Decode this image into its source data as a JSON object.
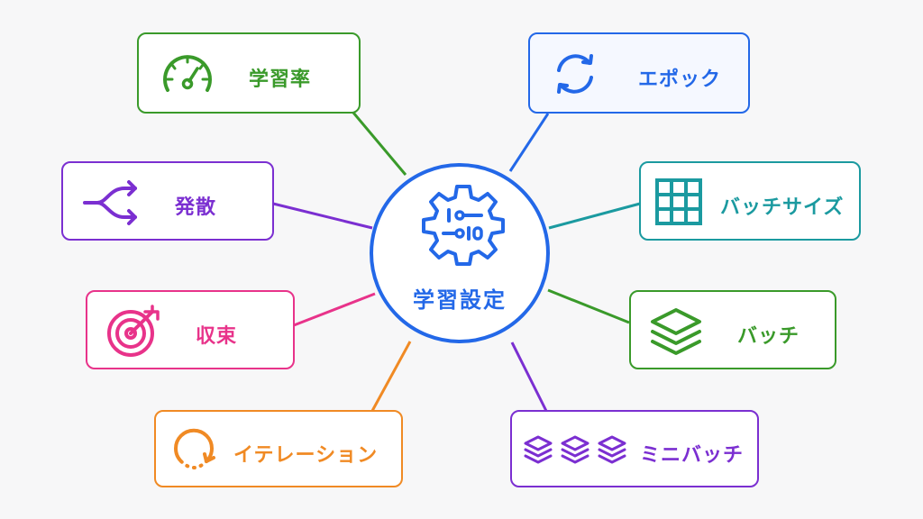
{
  "hub": {
    "label": "学習設定",
    "color": "#2368e8"
  },
  "nodes": [
    {
      "label": "学習率",
      "color": "#3a9a2a",
      "icon": "speedometer-icon"
    },
    {
      "label": "エポック",
      "color": "#2368e8",
      "icon": "refresh-cycle-icon"
    },
    {
      "label": "発散",
      "color": "#7b2fd1",
      "icon": "diverging-arrows-icon"
    },
    {
      "label": "バッチサイズ",
      "color": "#1b9aa0",
      "icon": "grid-icon"
    },
    {
      "label": "収束",
      "color": "#e8338a",
      "icon": "target-icon"
    },
    {
      "label": "バッチ",
      "color": "#3a9a2a",
      "icon": "layers-icon"
    },
    {
      "label": "イテレーション",
      "color": "#f08a24",
      "icon": "loop-arrow-icon"
    },
    {
      "label": "ミニバッチ",
      "color": "#7b2fd1",
      "icon": "stacked-layers-icon"
    }
  ]
}
